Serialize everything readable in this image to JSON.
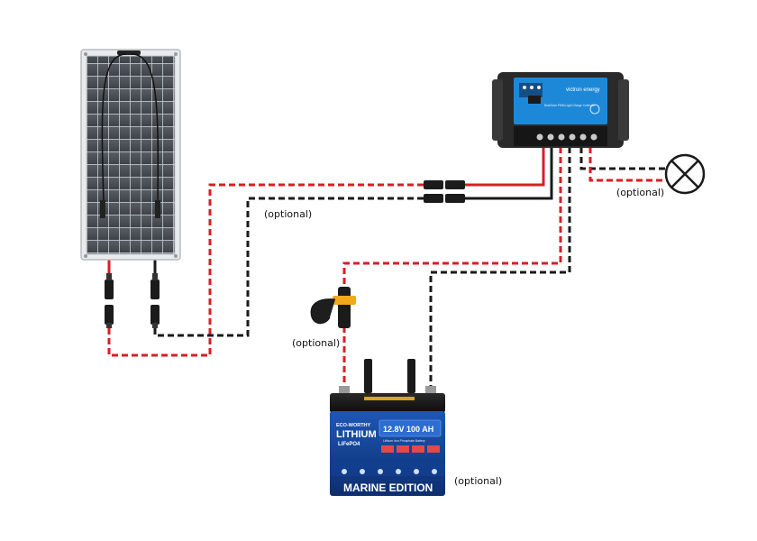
{
  "labels": {
    "optional_pv_cable": "(optional)",
    "optional_load": "(optional)",
    "optional_fuse": "(optional)",
    "optional_battery": "(optional)"
  },
  "battery": {
    "brand": "ECO-WORTHY",
    "chemistry": "LITHIUM",
    "chem_sub": "LiFePO4",
    "rating": "12.8V 100 AH",
    "rating_sub": "Lithium Iron Phosphate Battery",
    "edition": "MARINE EDITION"
  },
  "controller": {
    "brand": "victron energy",
    "model_line": "BlueSolar PWM-Light Charge Controller"
  },
  "colors": {
    "positive": "#d61f26",
    "negative": "#1a1a1a",
    "battery_blue": "#1a4fa6",
    "controller_blue": "#1e88d8"
  },
  "icons": {
    "load": "lamp-load-icon",
    "fuse": "inline-fuse-icon",
    "connector": "mc4-connector-icon"
  }
}
